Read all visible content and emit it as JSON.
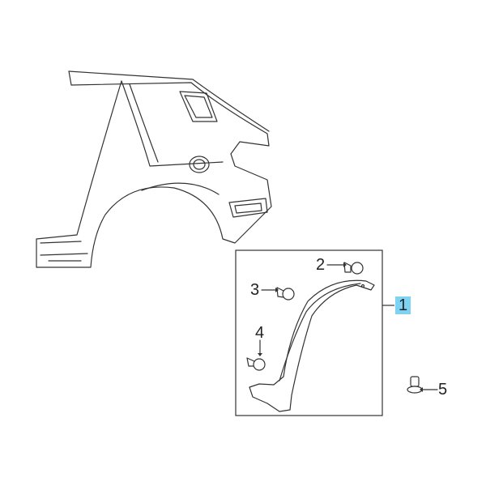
{
  "callouts": [
    {
      "number": "1",
      "highlighted": true
    },
    {
      "number": "2"
    },
    {
      "number": "3"
    },
    {
      "number": "4"
    },
    {
      "number": "5"
    }
  ],
  "colors": {
    "highlight": "#7fd3f2",
    "line": "#333333"
  }
}
